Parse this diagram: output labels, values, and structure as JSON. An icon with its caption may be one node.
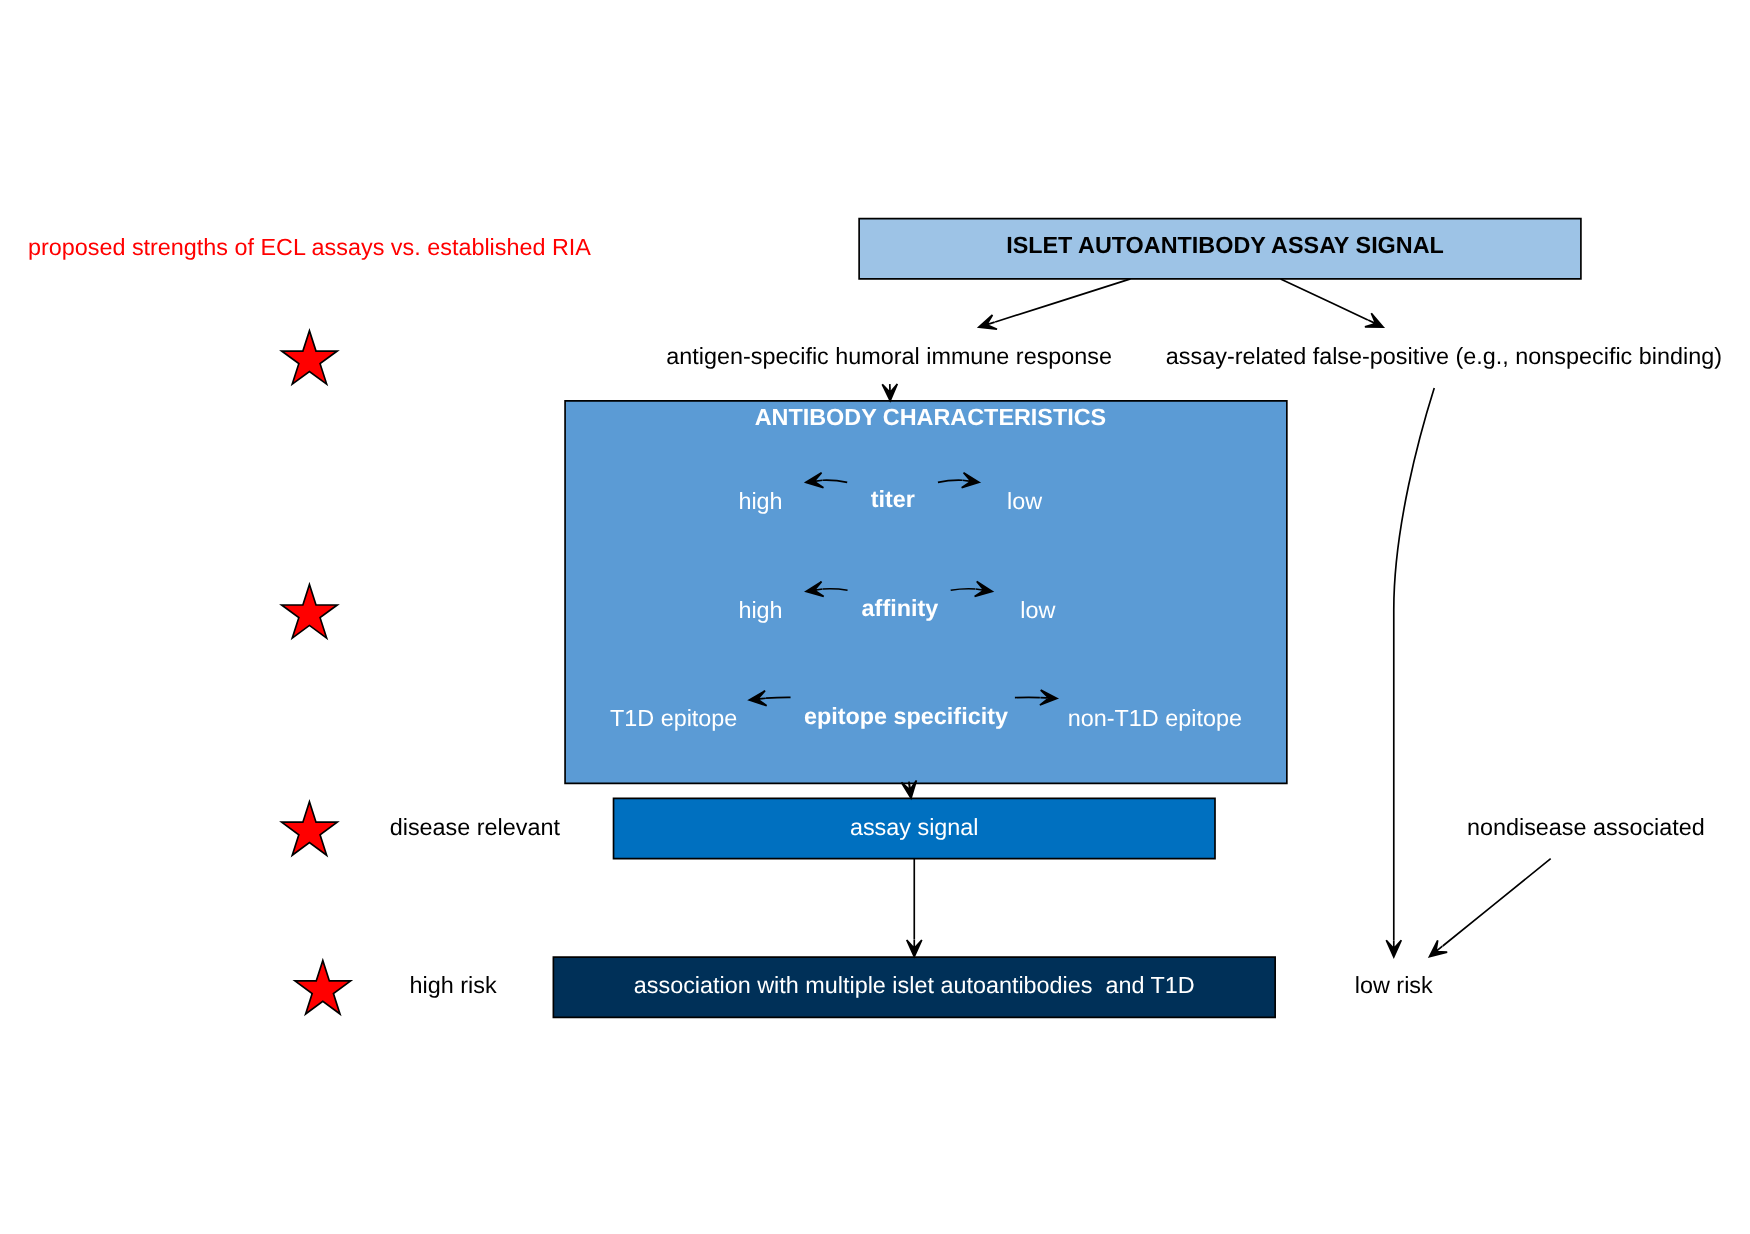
{
  "diagram": {
    "nodes": [
      {
        "text": [
          "ISLET AUTOANTIBODY ASSAY SIGNAL"
        ]
      },
      {
        "text": [
          "antigen-specific humoral immune response"
        ]
      },
      {
        "text": [
          "assay-related false-positive (e.g., nonspecific binding)"
        ]
      },
      {
        "text": [
          "ANTIBODY CHARACTERISTICS"
        ]
      },
      {
        "text": [
          "high"
        ],
        "in": 3
      },
      {
        "text": [
          "titer"
        ],
        "in": 3
      },
      {
        "text": [
          "low"
        ],
        "in": 3
      },
      {
        "text": [
          "high"
        ],
        "in": 3
      },
      {
        "text": [
          "affinity"
        ],
        "in": 3
      },
      {
        "text": [
          "low"
        ],
        "in": 3
      },
      {
        "text": [
          "T1D epitope"
        ],
        "in": 3
      },
      {
        "text": [
          "epitope specificity"
        ],
        "in": 3
      },
      {
        "text": [
          "non-T1D epitope"
        ],
        "in": 3
      },
      {
        "text": [
          "assay signal"
        ]
      },
      {
        "text": [
          "nondisease associated"
        ]
      },
      {
        "text": [
          "low risk"
        ]
      },
      {
        "text": [
          "association with multiple islet autoantibodies  and T1D"
        ]
      },
      {
        "text": [],
        "shape": "star"
      },
      {
        "text": [],
        "shape": "star"
      },
      {
        "text": [],
        "shape": "star"
      },
      {
        "text": [],
        "shape": "star"
      }
    ],
    "edges": [
      {
        "from": 0,
        "to": 1,
        "arrow": "to"
      },
      {
        "from": 0,
        "to": 2,
        "arrow": "to"
      },
      {
        "from": 1,
        "to": 3,
        "arrow": "to"
      },
      {
        "from": 5,
        "to": 4,
        "arrow": "to"
      },
      {
        "from": 5,
        "to": 6,
        "arrow": "to"
      },
      {
        "from": 8,
        "to": 7,
        "arrow": "to"
      },
      {
        "from": 8,
        "to": 9,
        "arrow": "to"
      },
      {
        "from": 11,
        "to": 10,
        "arrow": "to"
      },
      {
        "from": 11,
        "to": 12,
        "arrow": "to"
      },
      {
        "from": 3,
        "to": 13,
        "arrow": "to"
      },
      {
        "from": 13,
        "to": 16,
        "arrow": "to"
      },
      {
        "from": 2,
        "to": 15,
        "arrow": "to"
      },
      {
        "from": 14,
        "to": 15,
        "arrow": "to"
      }
    ],
    "labels": [
      "proposed strengths of ECL assays vs. established RIA",
      "disease relevant",
      "high risk"
    ]
  }
}
